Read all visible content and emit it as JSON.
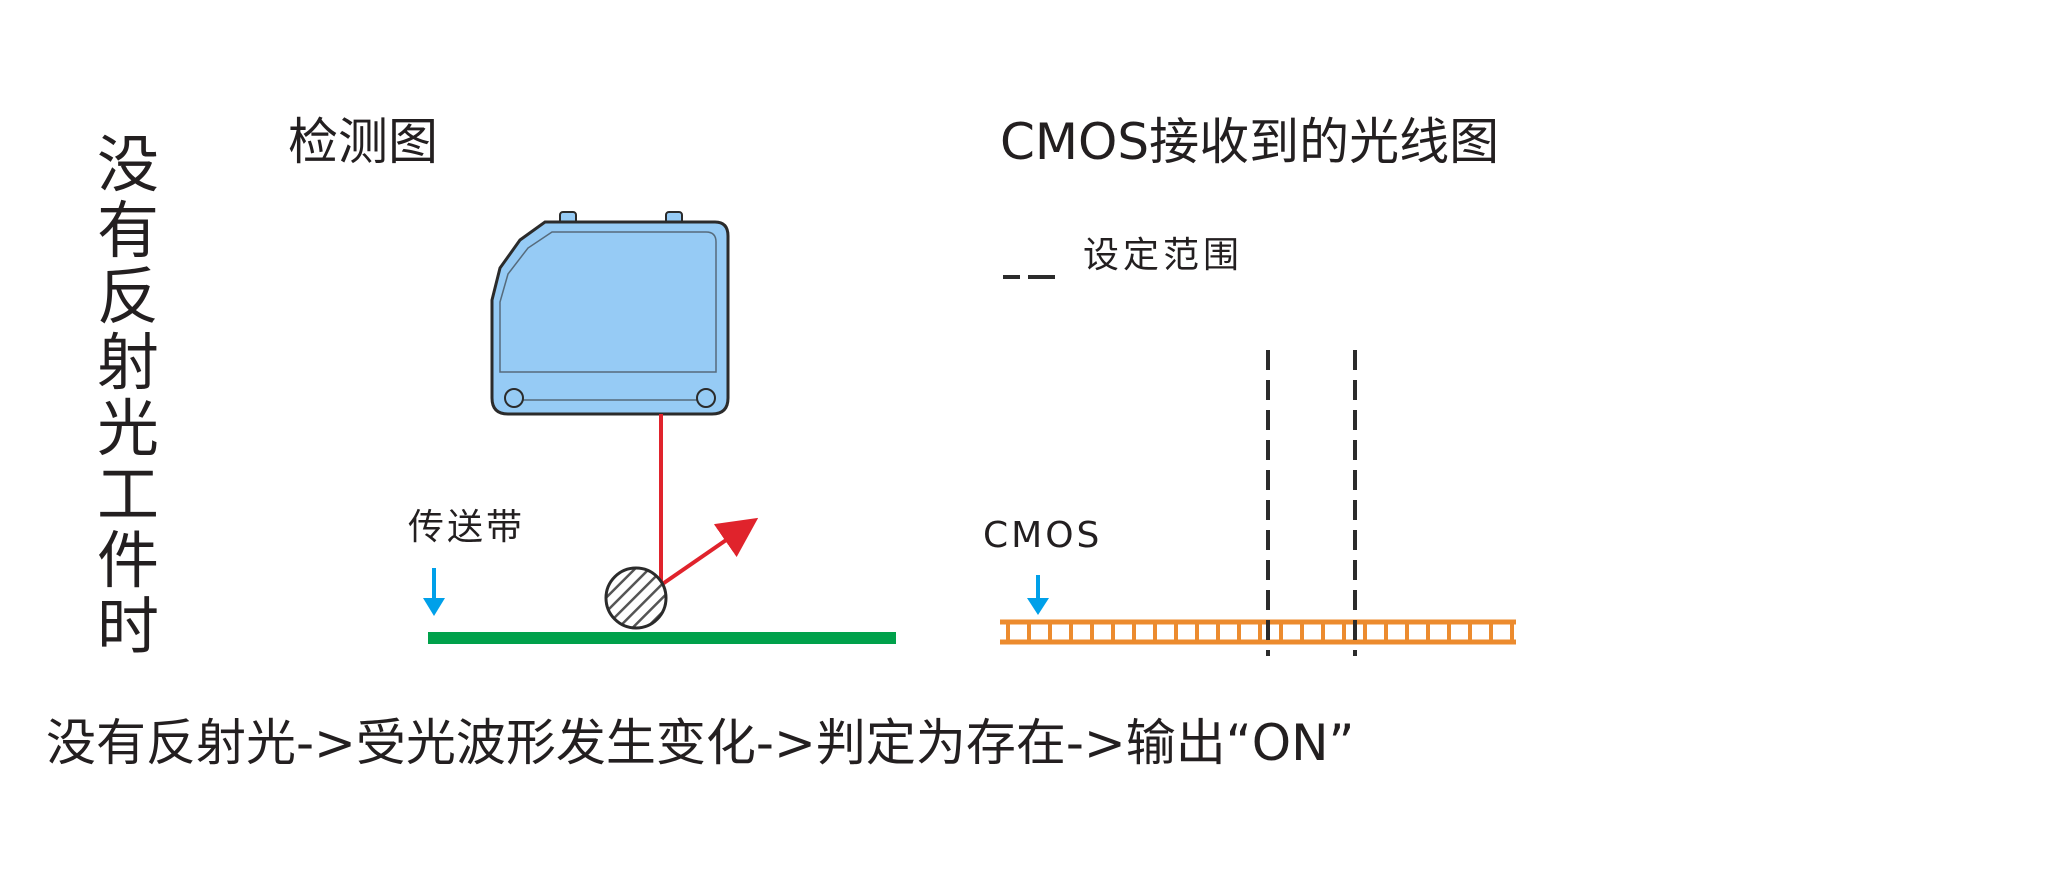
{
  "side_title": "没有反射光工件时",
  "left_panel": {
    "title": "检测图",
    "conveyor_label": "传送带"
  },
  "right_panel": {
    "title": "CMOS接收到的光线图",
    "legend_label": "设定范围",
    "cmos_label": "CMOS"
  },
  "footer": "没有反射光->受光波形发生变化->判定为存在->输出“ON”",
  "colors": {
    "sensor_fill": "#96cbf5",
    "sensor_stroke": "#2b2b2b",
    "laser": "#e0232c",
    "conveyor": "#00a14b",
    "cmos_array": "#ec8b2e",
    "arrow_blue": "#00a0e9",
    "dashed": "#2b2b2b"
  }
}
